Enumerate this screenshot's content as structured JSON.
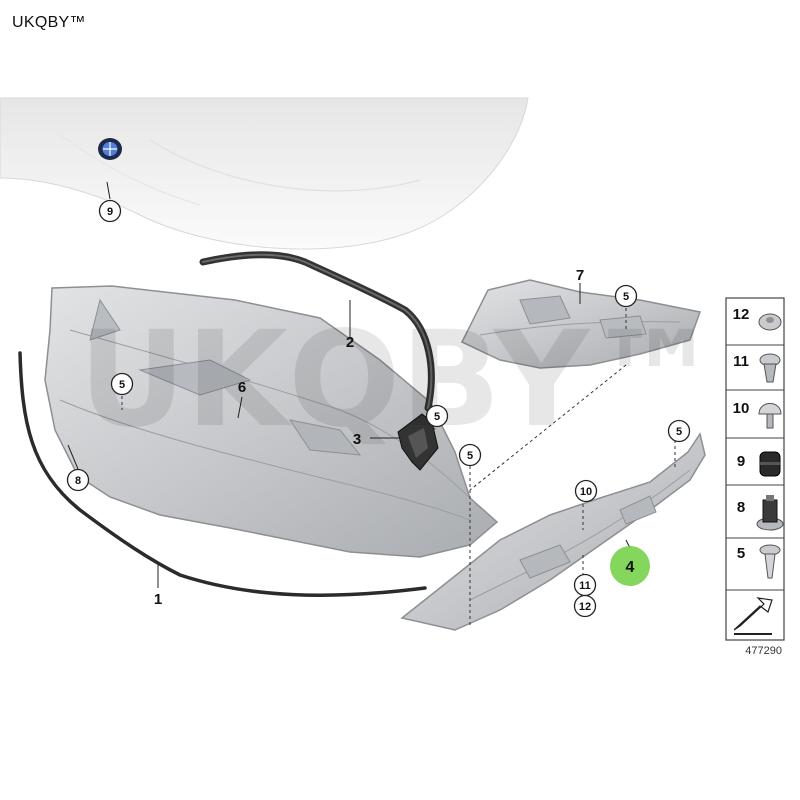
{
  "brand": "UKQBY™",
  "watermark": "UKQBY™",
  "doc_number": "477290",
  "callouts": {
    "c1": "1",
    "c2": "2",
    "c3": "3",
    "c4": "4",
    "c6": "6",
    "c7": "7"
  },
  "circled": {
    "c9": "9",
    "c8": "8",
    "c5_panel": "5",
    "c5_bracket": "5",
    "c5_left": "5",
    "c5_center": "5",
    "c5_right": "5",
    "c10": "10",
    "c11": "11",
    "c12": "12"
  },
  "legend": {
    "items": [
      {
        "number": "12",
        "icon": "rivet-cap-icon"
      },
      {
        "number": "11",
        "icon": "expanding-rivet-icon"
      },
      {
        "number": "10",
        "icon": "push-clip-icon"
      },
      {
        "number": "9",
        "icon": "rubber-buffer-icon"
      },
      {
        "number": "8",
        "icon": "mount-bracket-icon"
      },
      {
        "number": "5",
        "icon": "plastic-rivet-icon"
      }
    ]
  },
  "colors": {
    "part_fill": "#cfd1d4",
    "part_stroke": "#8c8f93",
    "highlight": "#6fcf3f",
    "hood": "#f2f2f2"
  }
}
